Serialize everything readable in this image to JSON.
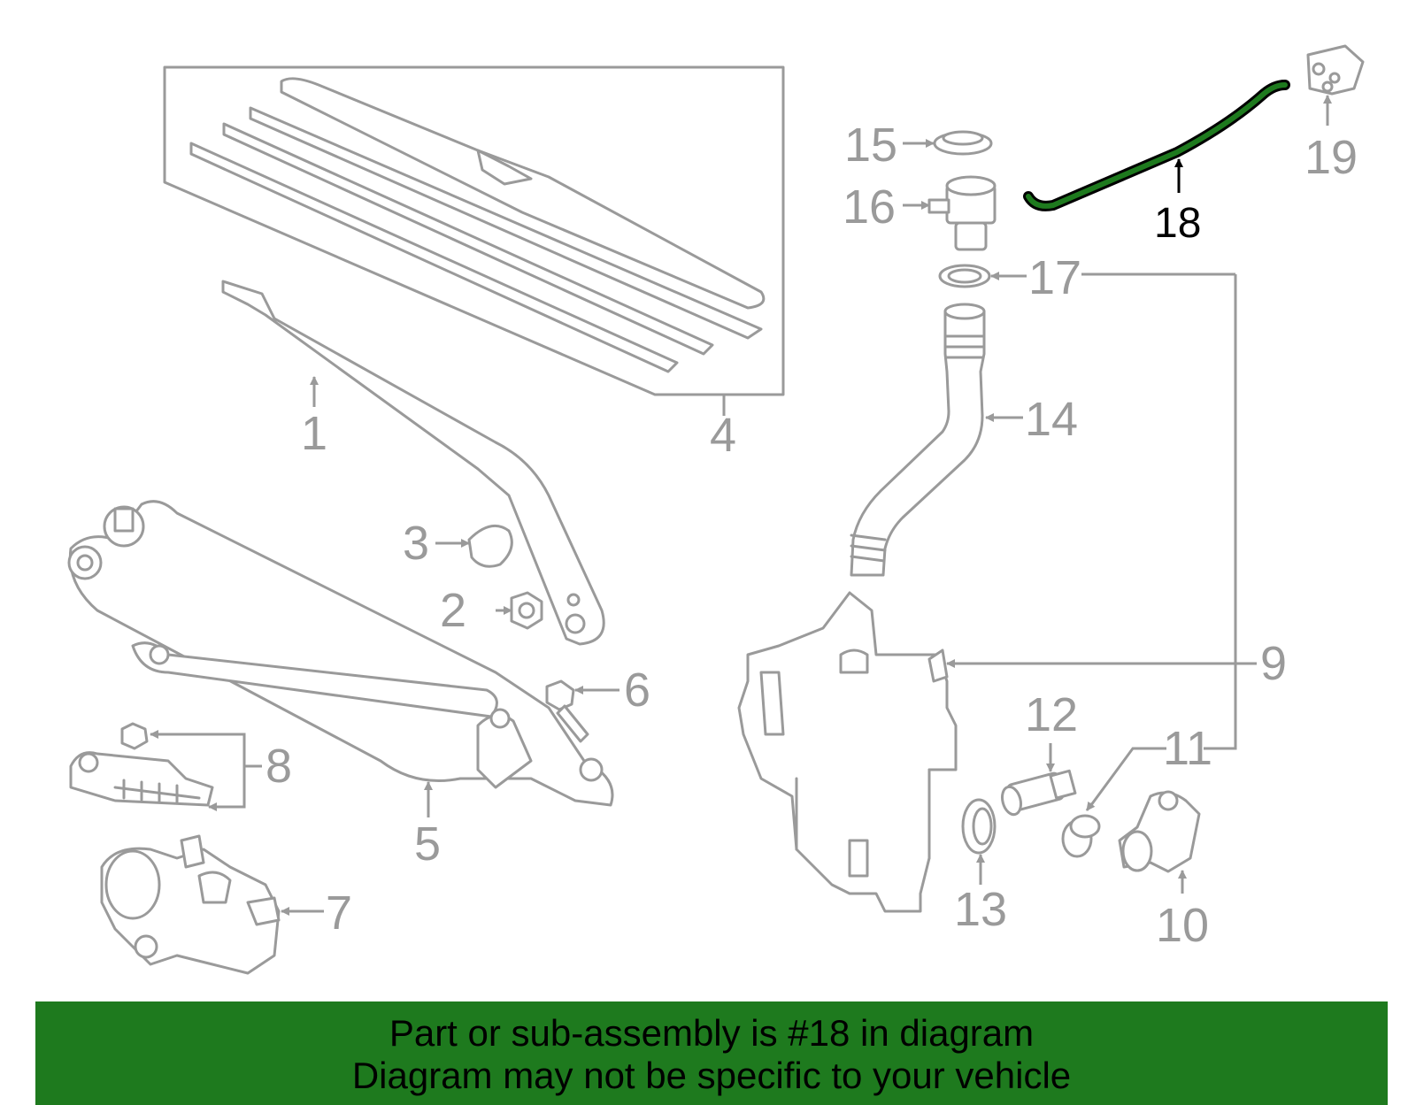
{
  "callouts": [
    {
      "id": "1",
      "label": "1"
    },
    {
      "id": "2",
      "label": "2"
    },
    {
      "id": "3",
      "label": "3"
    },
    {
      "id": "4",
      "label": "4"
    },
    {
      "id": "5",
      "label": "5"
    },
    {
      "id": "6",
      "label": "6"
    },
    {
      "id": "7",
      "label": "7"
    },
    {
      "id": "8",
      "label": "8"
    },
    {
      "id": "9",
      "label": "9"
    },
    {
      "id": "10",
      "label": "10"
    },
    {
      "id": "11",
      "label": "11"
    },
    {
      "id": "12",
      "label": "12"
    },
    {
      "id": "13",
      "label": "13"
    },
    {
      "id": "14",
      "label": "14"
    },
    {
      "id": "15",
      "label": "15"
    },
    {
      "id": "16",
      "label": "16"
    },
    {
      "id": "17",
      "label": "17"
    },
    {
      "id": "18",
      "label": "18"
    },
    {
      "id": "19",
      "label": "19"
    }
  ],
  "highlight": {
    "part_number": "18",
    "color": "#1e7a1e"
  },
  "colors": {
    "parts": "#9a9a9a",
    "banner": "#1e7a1e",
    "highlight_label": "#000000"
  },
  "banner": {
    "line1": "Part or sub-assembly is #18 in diagram",
    "line2": "Diagram may not be specific to your vehicle"
  }
}
